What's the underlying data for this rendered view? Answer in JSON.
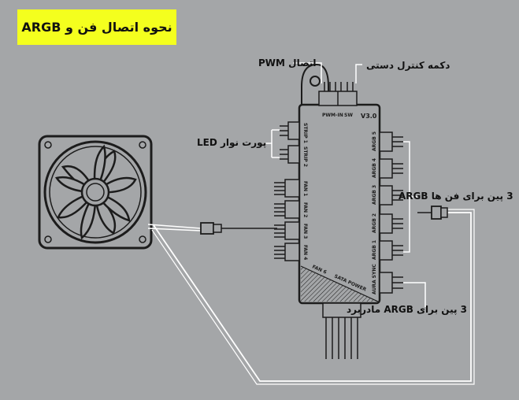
{
  "title": "نحوه اتصال فن و ARGB",
  "callouts": {
    "pwm": "اتصال PWM",
    "manual": "دکمه کنترل دستی",
    "led": "پورت نوار LED",
    "argb_fans": "3 پین برای فن ها ARGB",
    "argb_mb": "3 پین برای ARGB مادربرد"
  },
  "hub": {
    "version": "V3.0",
    "pwm_in": "PWM-IN",
    "sw": "SW",
    "strip1": "STRIP 1",
    "strip2": "STRIP 2",
    "fans": [
      "FAN 1",
      "FAN 2",
      "FAN 3",
      "FAN 4"
    ],
    "argb": [
      "ARGB 5",
      "ARGB 4",
      "ARGB 3",
      "ARGB 2",
      "ARGB 1"
    ],
    "aura_sync": "AURA SYNC",
    "fan6": "FAN 6",
    "sata_power": "SATA POWER"
  },
  "colors": {
    "background": "#a4a6a8",
    "title_bg": "#f4ff1e",
    "line": "#ffffff",
    "device": "#1c1c1c"
  }
}
